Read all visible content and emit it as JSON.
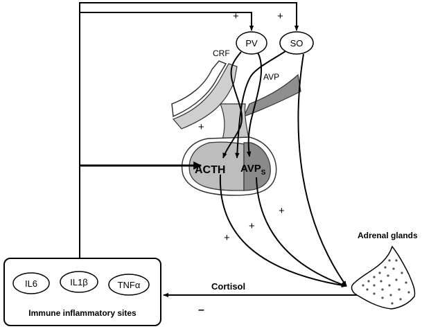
{
  "hypothalamus": {
    "pv_label": "PV",
    "so_label": "SO"
  },
  "labels": {
    "crf": "CRF",
    "avp": "AVP",
    "acth": "ACTH",
    "avp_s_main": "AVP",
    "avp_s_sub": "S",
    "adrenal_glands": "Adrenal glands",
    "cortisol": "Cortisol"
  },
  "signs": {
    "plus": "+",
    "minus": "–"
  },
  "immune": {
    "title": "Immune inflammatory sites",
    "cytokines": [
      "IL6",
      "IL1β",
      "TNFα"
    ]
  }
}
